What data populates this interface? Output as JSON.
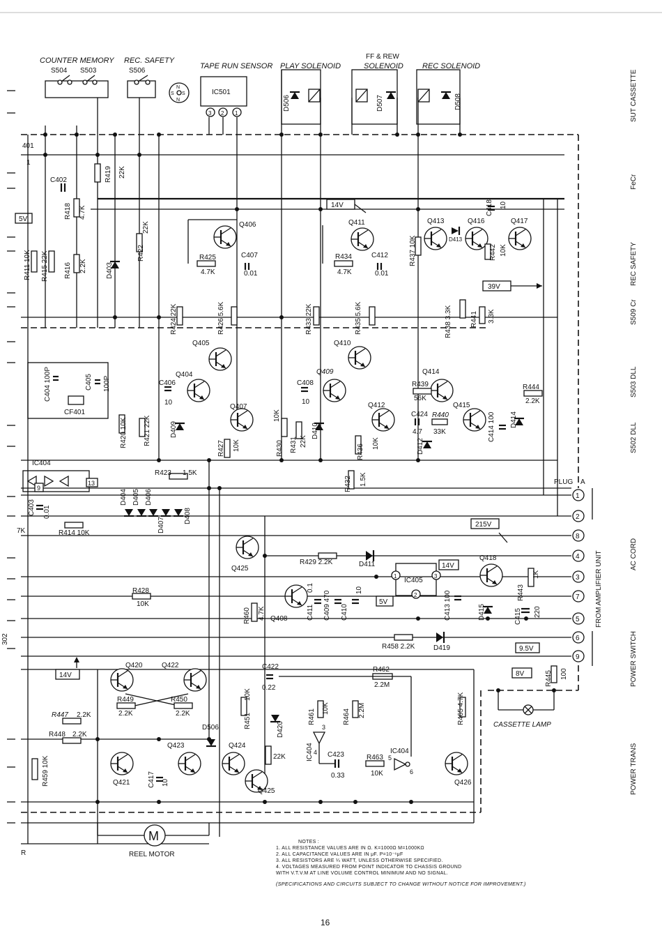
{
  "headers": {
    "counter_memory": "COUNTER  MEMORY",
    "rec_safety": "REC. SAFETY",
    "s504": "S504",
    "s503": "S503",
    "s506": "S506",
    "tape_run_sensor": "TAPE RUN SENSOR",
    "play_solenoid": "PLAY SOLENOID",
    "ffrew_line1": "FF & REW",
    "ffrew_line2": "SOLENOID",
    "rec_solenoid": "REC SOLENOID",
    "ic501": "IC501"
  },
  "components": {
    "d506a": "D506",
    "d507": "D507",
    "d508": "D508",
    "r419": "R419",
    "r419v": "22K",
    "c402": "C402",
    "r418": "R418",
    "r418v": "4.7K",
    "r422": "R422",
    "r422v": "22K",
    "r411": "R411 10K",
    "r415": "R415 22K",
    "r416": "R416",
    "r416v": "2.2K",
    "d403": "D403",
    "q406": "Q406",
    "r425": "R425",
    "r425v": "4.7K",
    "c407": "C407",
    "c407v": "0.01",
    "q411": "Q411",
    "r434": "R434",
    "r434v": "4.7K",
    "c412": "C412",
    "c412v": "0.01",
    "q413": "Q413",
    "q416": "Q416",
    "q417": "Q417",
    "d413": "D413",
    "c418": "C418",
    "c418v": "10",
    "r437": "R437 10K",
    "r442": "R442",
    "r442v": "10K",
    "r424": "R424 22K",
    "r426": "R426 5.6K",
    "r433": "R433 22K",
    "r435": "R435 5.6K",
    "r438": "R438 3.3K",
    "r441": "R441",
    "r441v": "3.3K",
    "q405": "Q405",
    "q410": "Q410",
    "q404": "Q404",
    "q409": "Q409",
    "q407": "Q407",
    "q412": "Q412",
    "q414": "Q414",
    "q415": "Q415",
    "c404": "C404 100P",
    "c405": "C405",
    "c405v": "100P",
    "cf401": "CF401",
    "c406": "C406",
    "c406v": "10",
    "c408": "C408",
    "c408v": "10",
    "r439": "R439",
    "r439v": "56K",
    "r444": "R444",
    "r444v": "2.2K",
    "c424": "C424",
    "c424v": "4.7",
    "r440": "R440",
    "r440v": "33K",
    "c414": "C414 100",
    "d414": "D414",
    "d412": "D412",
    "r420": "R420 10K",
    "r421": "R421 22K",
    "d409": "D409",
    "r427": "R427",
    "r427v": "10K",
    "r430": "R430",
    "r430v": "10K",
    "r431": "R431",
    "r431v": "22K",
    "d410": "D410",
    "r436": "R436",
    "r436v": "10K",
    "r432": "R432",
    "r432v": "1.5K",
    "r423": "R423",
    "r423v": "1.5K",
    "ic404": "IC404",
    "d404": "D404",
    "d405": "D405",
    "d406": "D406",
    "d407": "D407",
    "d408": "D408",
    "c403": "C403",
    "c403v": "0.01",
    "r414": "R414 10K",
    "q425a": "Q425",
    "r429": "R429 2.2K",
    "d411": "D411",
    "ic405": "IC405",
    "q418": "Q418",
    "r443": "R443",
    "r443v": "1K",
    "d415": "D415",
    "c415": "C415",
    "c415v": "220",
    "r428": "R428",
    "r428v": "10K",
    "r460": "R460",
    "r460v": "4.7K",
    "q408": "Q408",
    "c411": "C411",
    "c411v": "0.1",
    "c409": "C409 470",
    "c410": "C410",
    "c410v": "10",
    "c413": "C413 100",
    "r458": "R458 2.2K",
    "d419": "D419",
    "q420": "Q420",
    "q422": "Q422",
    "r449": "R449",
    "r449v": "2.2K",
    "r450": "R450",
    "r450v": "2.2K",
    "c422": "C422",
    "c422v": "0.22",
    "r462": "R462",
    "r462v": "2.2M",
    "r445": "R445",
    "r445v": "100",
    "r447": "R447",
    "r447v": "2.2K",
    "r448": "R448",
    "r448v": "2.2K",
    "d506b": "D506",
    "q423": "Q423",
    "q424": "Q424",
    "q421": "Q421",
    "q425b": "Q425",
    "q426": "Q426",
    "r451": "R451",
    "r451v": "10K",
    "d420": "D420",
    "v22k": "22K",
    "r461": "R461",
    "r461v": "10K",
    "r464": "R464",
    "r464v": "2.2M",
    "r465": "R465 4.7K",
    "ic404b": "IC404",
    "ic404c": "IC404",
    "pin3": "3",
    "pin4": "4",
    "pin5": "5",
    "pin6": "6",
    "c423": "C423",
    "c423v": "0.33",
    "r463": "R463",
    "r463v": "10K",
    "r459": "R459 10K",
    "c417": "C417",
    "c417v": "10",
    "pin9": "9",
    "pin13": "13"
  },
  "voltages": {
    "v14a": "14V",
    "v14b": "14V",
    "v14c": "14V",
    "v39": "39V",
    "v5": "5V",
    "v215": "215V",
    "v95": "9.5V",
    "v8": "8V"
  },
  "plug": {
    "label": "PLUG",
    "letter": "A",
    "pins": [
      "1",
      "2",
      "8",
      "4",
      "3",
      "7",
      "5",
      "6",
      "9"
    ],
    "from_amplifier": "FROM AMPLIFIER UNIT"
  },
  "lamp": "CASSETTE LAMP",
  "motor": {
    "symbol": "M",
    "label": "REEL MOTOR"
  },
  "ic501_pins": [
    "3",
    "2",
    "1"
  ],
  "ic405_pins": [
    "1",
    "3",
    "2"
  ],
  "left_edge": {
    "n401": "401",
    "n1": "1",
    "n5v": "5V",
    "n7k": "7K",
    "n302": "302",
    "nR": "R"
  },
  "right_column": [
    "SUT CASSETTE",
    "FeCr",
    "REC SAFETY",
    "S509 Cr",
    "S503 DLL",
    "S502 DLL",
    "AC CORD",
    "POWER SWITCH",
    "POWER TRANS"
  ],
  "notes": {
    "title": "NOTES :",
    "lines": [
      "1. ALL RESISTANCE VALUES ARE IN Ω.    K=1000Ω  M=1000KΩ",
      "2. ALL CAPACITANCE VALUES ARE IN μF.   P=10⁻⁶μF",
      "3. ALL RESISTORS ARE ¼ WATT, UNLESS OTHERWISE SPECIFIED.",
      "4. VOLTAGES MEASURED FROM POINT INDICATOR TO CHASSIS GROUND",
      "   WITH V.T.V.M AT LINE VOLUME CONTROL MINIMUM AND NO SIGNAL."
    ],
    "spec": "(SPECIFICATIONS AND CIRCUITS SUBJECT TO CHANGE WITHOUT NOTICE FOR IMPROVEMENT.)"
  },
  "page_number": "16"
}
